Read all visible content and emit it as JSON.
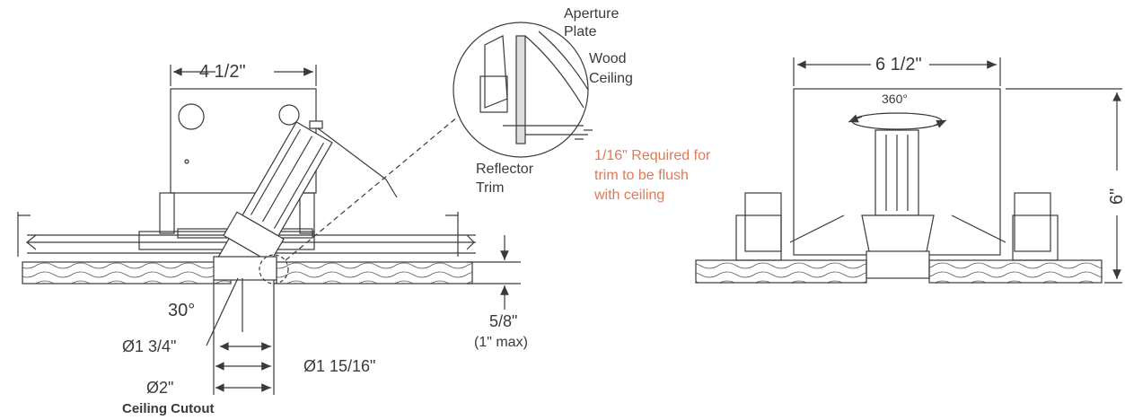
{
  "left_view": {
    "width_dim": "4 1/2\"",
    "tilt_angle": "30°",
    "inner_dia": "Ø1 3/4\"",
    "mid_dia": "Ø1 15/16\"",
    "cutout_dia": "Ø2\"",
    "cutout_label": "Ceiling Cutout",
    "ceiling_thickness": "5/8\"",
    "ceiling_max": "(1\" max)"
  },
  "detail": {
    "aperture_plate": [
      "Aperture",
      "Plate"
    ],
    "wood_ceiling": [
      "Wood",
      "Ceiling"
    ],
    "reflector_trim": [
      "Reflector",
      "Trim"
    ],
    "flush_note": [
      "1/16\" Required for",
      "trim to be flush",
      "with ceiling"
    ]
  },
  "right_view": {
    "width_dim": "6 1/2\"",
    "rotation": "360°",
    "height_dim": "6\""
  },
  "colors": {
    "line": "#3a3a3a",
    "note": "#e07a55"
  }
}
